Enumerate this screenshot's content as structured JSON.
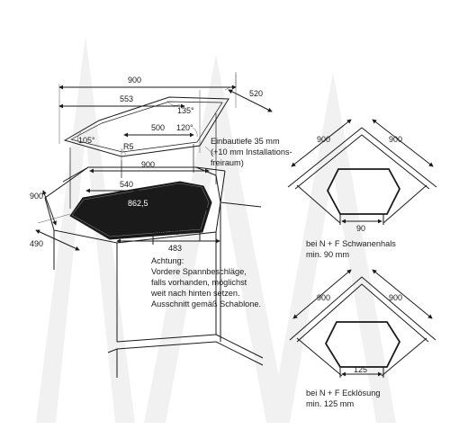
{
  "template": {
    "dims": {
      "width_top": "900",
      "inner_width": "553",
      "depth": "520",
      "angle_right": "135°",
      "angle_left": "105°",
      "angle_mid": "120°",
      "inner_500": "500",
      "radius": "R5"
    }
  },
  "cabinet": {
    "dims": {
      "width": "900",
      "side": "900",
      "inner": "540",
      "diagonal": "862,5",
      "offset": "490",
      "front": "483",
      "min_gap": "min. 90"
    },
    "install_note": [
      "Einbautiefe 35 mm",
      "(+10 mm Installations-",
      "freiraum)"
    ],
    "warning": [
      "Achtung:",
      "Vordere Spannbeschläge,",
      "falls vorhanden, möglichst",
      "weit nach hinten setzen.",
      "Ausschnitt gemäß Schablone."
    ]
  },
  "detail_top": {
    "dim_left": "900",
    "dim_right": "900",
    "dim_gap": "90",
    "caption": [
      "bei N + F Schwanenhals",
      "min. 90 mm"
    ]
  },
  "detail_bottom": {
    "dim_left": "900",
    "dim_right": "900",
    "dim_gap": "125",
    "caption": [
      "bei N + F Ecklösung",
      "min. 125 mm"
    ]
  }
}
